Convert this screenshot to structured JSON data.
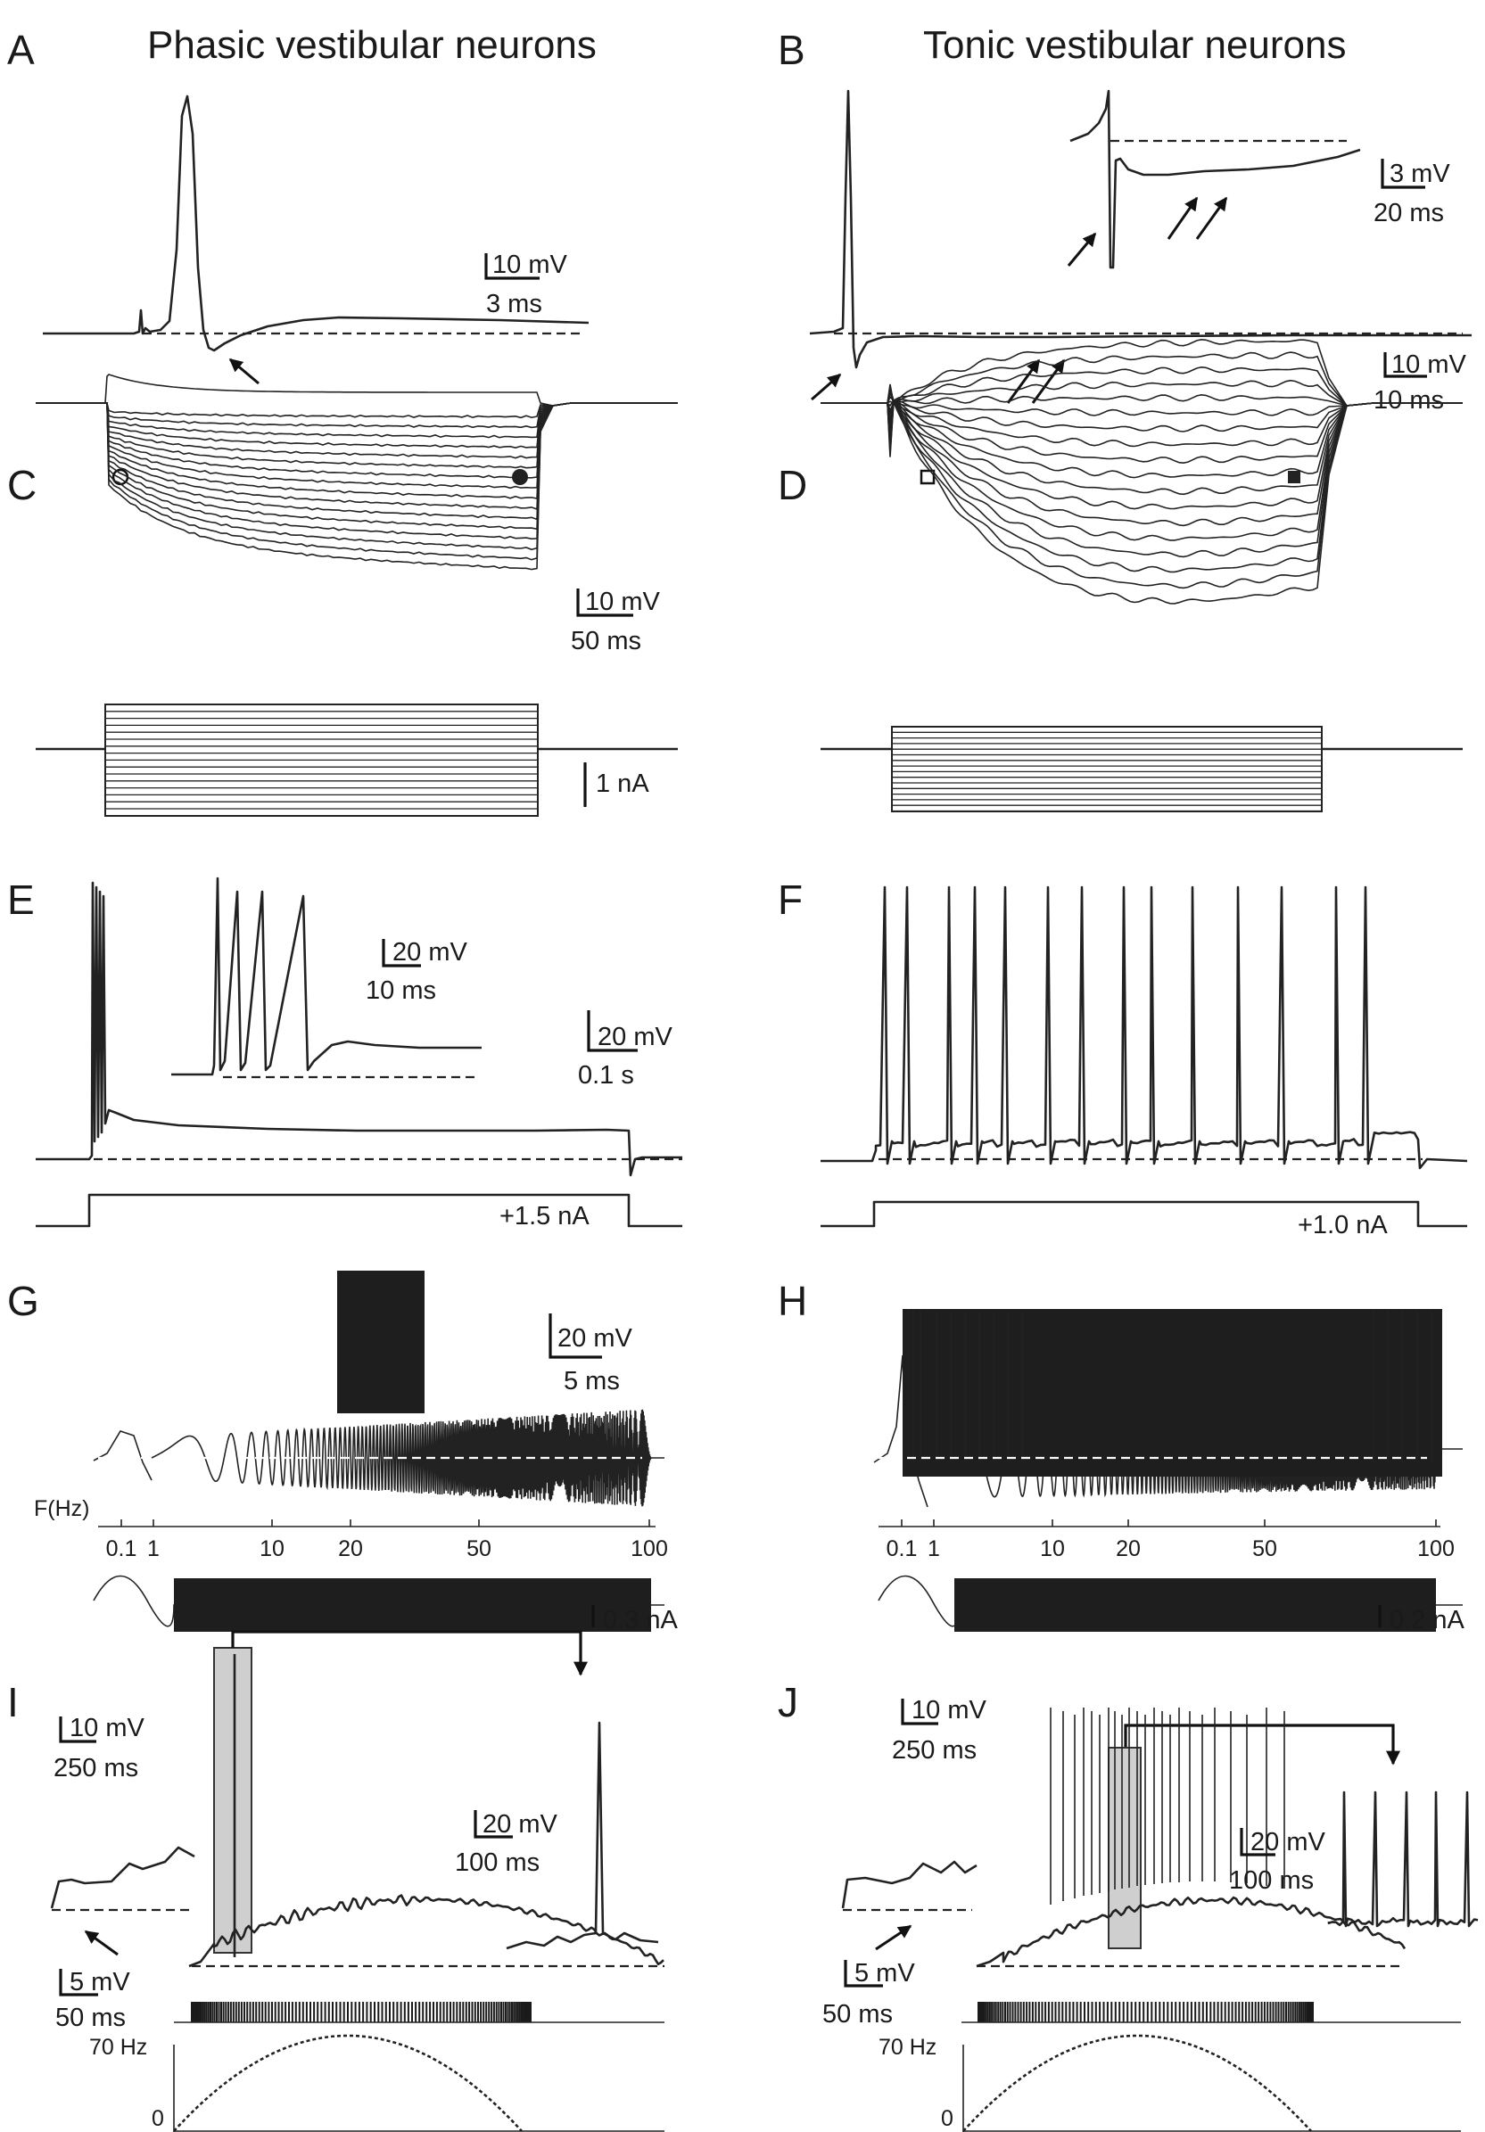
{
  "titles": {
    "phasic": "Phasic vestibular neurons",
    "tonic": "Tonic vestibular neurons"
  },
  "panels": [
    "A",
    "B",
    "C",
    "D",
    "E",
    "F",
    "G",
    "H",
    "I",
    "J"
  ],
  "scalebars": {
    "A": [
      "10 mV",
      "3 ms"
    ],
    "B_inset": [
      "3 mV",
      "20 ms"
    ],
    "B": [
      "10 mV",
      "10 ms"
    ],
    "C": [
      "10 mV",
      "50 ms"
    ],
    "C_current": "1 nA",
    "E_inset": [
      "20 mV",
      "10 ms"
    ],
    "E": [
      "20 mV",
      "0.1 s"
    ],
    "G": [
      "20 mV",
      "5 ms"
    ],
    "I": [
      "10 mV",
      "250 ms"
    ],
    "I_inset": [
      "20 mV",
      "100 ms"
    ],
    "I_small": [
      "5 mV",
      "50 ms"
    ],
    "J": [
      "10 mV",
      "250 ms"
    ],
    "J_inset": [
      "20 mV",
      "100 ms"
    ],
    "J_small": [
      "5 mV",
      "50 ms"
    ]
  },
  "currents": {
    "E": "+1.5 nA",
    "F": "+1.0 nA",
    "G": "0.3 nA",
    "H": "0.2 nA"
  },
  "freq_axis": {
    "label": "F(Hz)",
    "ticks": [
      "0.1",
      "1",
      "10",
      "20",
      "50",
      "100"
    ]
  },
  "rate_axis": {
    "top": "70 Hz",
    "bottom": "0"
  }
}
